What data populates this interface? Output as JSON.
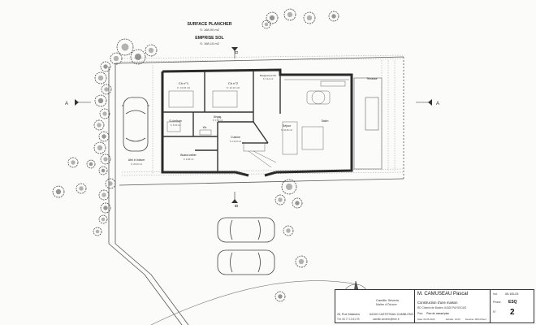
{
  "header": {
    "surface_title": "SURFACE PLANCHER",
    "surface_value": "S: 168,90 m2",
    "emprise_title": "EMPRISE SOL",
    "emprise_value": "S: 168,15 m2"
  },
  "section_marks": {
    "a": "A",
    "b": "B"
  },
  "rooms": {
    "ch1_name": "Ch n°1",
    "ch1_area": "S: 13,93 m2",
    "ch2_name": "Ch n°2",
    "ch2_area": "S: 12,24 m2",
    "rangement_name": "Rangement Ch",
    "rangement_area": "S: 3,14 m2",
    "sde_name": "S.d.e/bain",
    "sde_area": "S: 5,18 m2",
    "degag_name": "Dégag.",
    "degag_area": "S: 3,56 m2",
    "wc_name": "Wc",
    "cuisine_name": "Cuisine",
    "cuisine_area": "S: 13,23 m2",
    "sejour_name": "Séjour",
    "sejour_area": "S: 44,66 m2",
    "salon_name": "Salon",
    "buanderie_name": "Buand.cellier",
    "buanderie_area": "S: 9,48 m2",
    "abri_name": "Abri à Voiture",
    "abri_area": "S: 20,00 m2",
    "terrasse_name": "Terrasse"
  },
  "title_block": {
    "client": "M. CAMUSEAU Pascal",
    "project": "Construction d'une maison",
    "address": "RD Chemin de Bosien, 64320 PAYSSOUS",
    "plan_label": "Plan",
    "plan_name": "Plan de masse/plan",
    "ind_label": "Ind.",
    "ind_value": "05-100-03",
    "phase_label": "Phase",
    "phase_value": "ESQ",
    "sheet_label": "N°",
    "sheet_number": "2",
    "date": "Date: 09.06.2023",
    "scale": "Echelle: 1/100",
    "designer": "Dessiné: SDD-Plaud",
    "architect_name": "Camille Séverin",
    "architect_title": "Maître d'Oeuvre",
    "street": "26, Rue Malavieu",
    "city": "64100 CASTETNAU CAMBLONG",
    "phone": "Tél: 06 77 13 61 93",
    "email": "camille.severin@free.fr"
  },
  "colors": {
    "wall": "#2a2a2a",
    "line": "#555555",
    "tree": "#333333",
    "paper": "#fbfbf9"
  }
}
